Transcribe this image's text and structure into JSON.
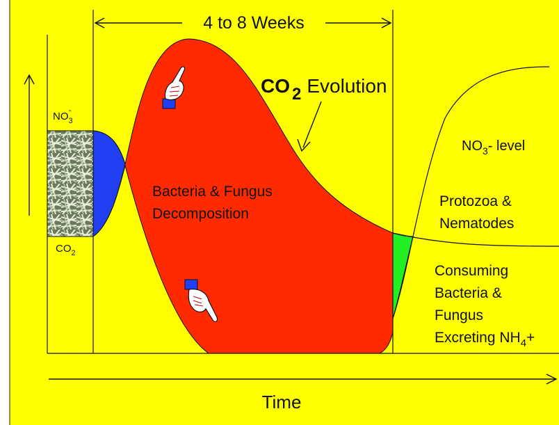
{
  "colors": {
    "background": "#ffff00",
    "decomposition_area": "#ff2a00",
    "nitrate_bulge": "#1f3ff0",
    "green_wedge": "#22ee22"
  },
  "labels": {
    "duration": "4 to 8 Weeks",
    "co2_evolution_co": "CO",
    "co2_evolution_sub": "2",
    "co2_evolution_word": "Evolution",
    "no3_left_main": "NO",
    "no3_left_sub": "3",
    "no3_left_sup": "-",
    "co2_left_main": "CO",
    "co2_left_sub": "2",
    "bacteria_line1": "Bacteria & Fungus",
    "bacteria_line2": "Decomposition",
    "no3_level_main": "NO",
    "no3_level_sub": "3",
    "no3_level_rest": "- level",
    "protozoa_line1": "Protozoa &",
    "protozoa_line2": "Nematodes",
    "consuming_line1": "Consuming",
    "consuming_line2": "Bacteria &",
    "consuming_line3": "Fungus",
    "consuming_line4_main": "Excreting NH",
    "consuming_line4_sub": "4",
    "consuming_line4_end": "+",
    "time": "Time"
  },
  "icons": {
    "pointer_top": "pointing-hand-icon",
    "pointer_bottom": "pointing-hand-icon",
    "residue": "crop-residue-photo"
  }
}
